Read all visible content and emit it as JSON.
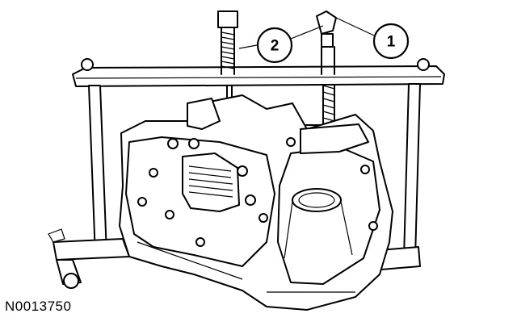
{
  "figure": {
    "id": "N0013750",
    "callouts": [
      "1",
      "2"
    ]
  },
  "colors": {
    "line": "#000000",
    "background": "#ffffff"
  }
}
